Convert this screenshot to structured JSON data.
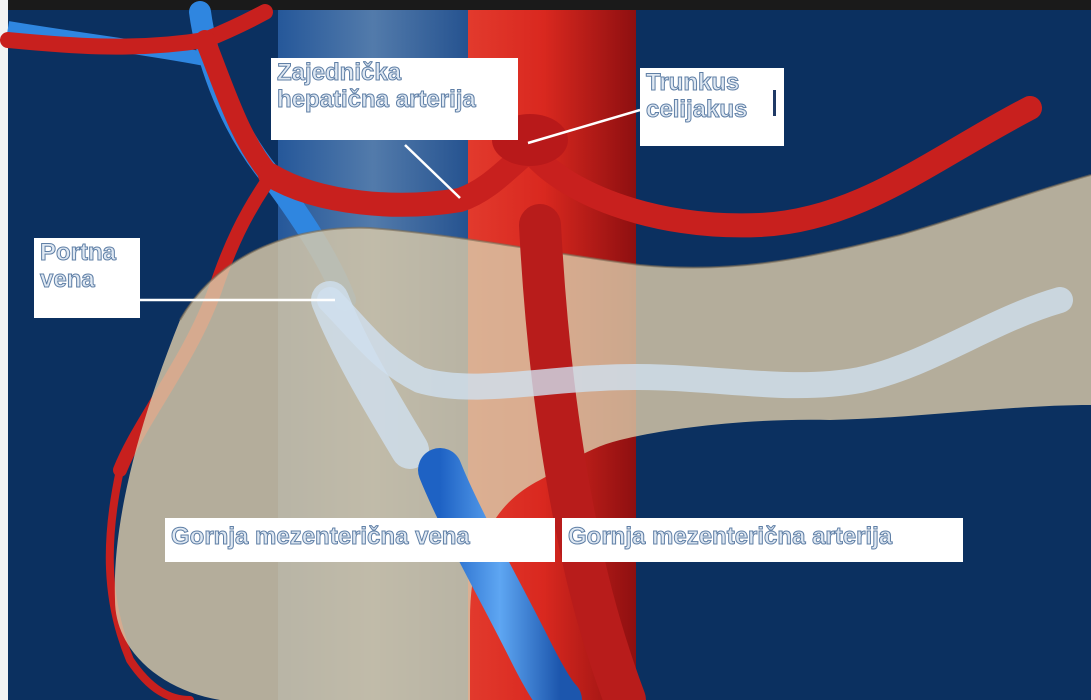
{
  "labels": {
    "common_hepatic_artery": "Zajednička\nhepatična arterija",
    "celiac_trunk": "Trunkus\ncelijakus",
    "portal_vein": "Portna\nvena",
    "superior_mesenteric_vein": "Gornja mezenterična vena",
    "superior_mesenteric_artery": "Gornja mezenterična arterija"
  },
  "colors": {
    "background": "#0b3060",
    "artery": "#c8201e",
    "vein": "#2f86e0",
    "pancreas": "#d9c9a8",
    "label_fill": "#ffffff",
    "label_text": "#dfe8f2",
    "label_outline": "#5f7fa6"
  }
}
